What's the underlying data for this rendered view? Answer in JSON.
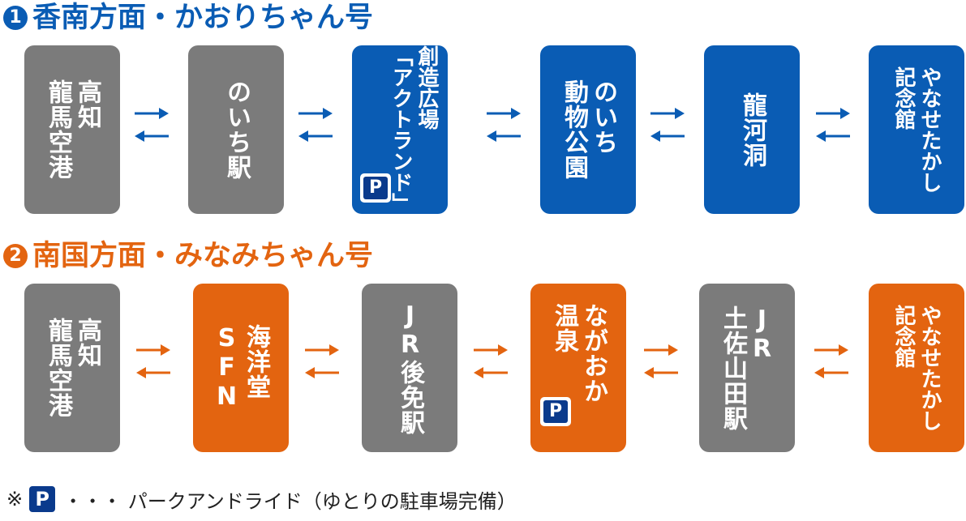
{
  "route1": {
    "number": "1",
    "title": "香南方面・かおりちゃん号",
    "color": "#0a5cb4",
    "stops": [
      {
        "name": "高知\n龍馬空港",
        "color": "gray"
      },
      {
        "name": "のいち駅",
        "color": "gray"
      },
      {
        "name": "創造広場\n「アクトランド」",
        "color": "blue",
        "parking": "P"
      },
      {
        "name": "のいち\n動物公園",
        "color": "blue"
      },
      {
        "name": "龍河洞",
        "color": "blue"
      },
      {
        "name": "やなせたかし\n記念館",
        "color": "blue"
      }
    ]
  },
  "route2": {
    "number": "2",
    "title": "南国方面・みなみちゃん号",
    "color": "#e36410",
    "stops": [
      {
        "name": "高知\n龍馬空港",
        "color": "gray"
      },
      {
        "name": "海洋堂\nSFN",
        "color": "orange"
      },
      {
        "name": "JR後免駅",
        "color": "gray"
      },
      {
        "name": "ながおか\n温泉",
        "color": "orange",
        "parking": "P"
      },
      {
        "name": "JR\n土佐山田駅",
        "color": "gray"
      },
      {
        "name": "やなせたかし\n記念館",
        "color": "orange"
      }
    ]
  },
  "legend": {
    "mark": "※",
    "icon": "P",
    "text": "・・・ パークアンドライド（ゆとりの駐車場完備）"
  }
}
